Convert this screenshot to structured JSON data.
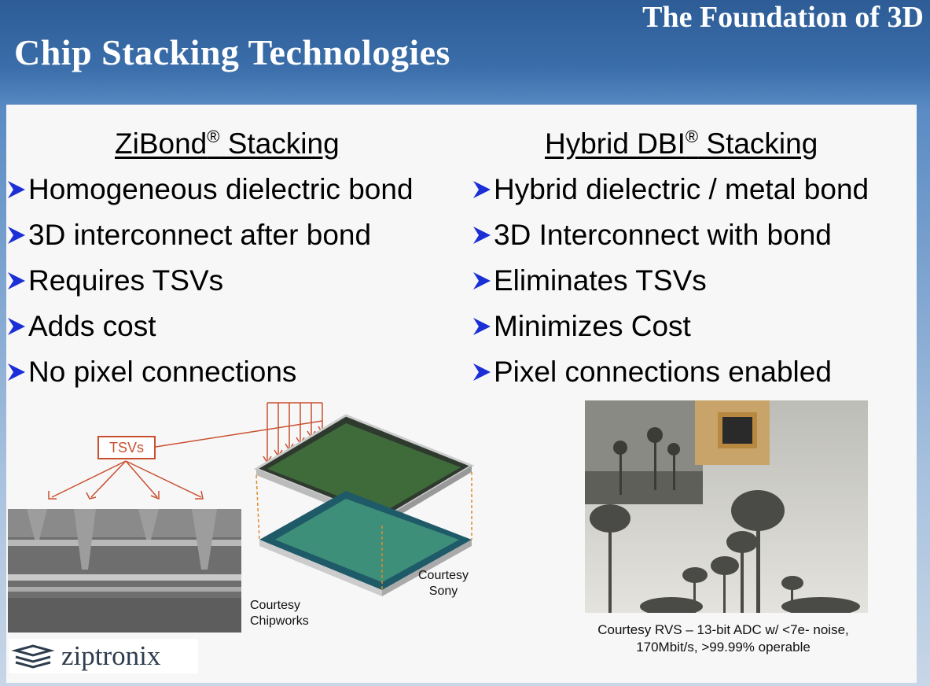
{
  "header": {
    "title": "Chip Stacking Technologies",
    "subtitle": "The Foundation of 3D"
  },
  "left_column": {
    "heading": "ZiBond",
    "heading_suffix": " Stacking",
    "registered": "®",
    "bullets": [
      "Homogeneous dielectric bond",
      "3D interconnect after bond",
      "Requires TSVs",
      "Adds cost",
      "No pixel connections"
    ]
  },
  "right_column": {
    "heading": "Hybrid DBI",
    "heading_suffix": " Stacking",
    "registered": "®",
    "bullets": [
      "Hybrid dielectric / metal bond",
      "3D Interconnect with bond",
      "Eliminates TSVs",
      "Minimizes Cost",
      "Pixel connections enabled"
    ]
  },
  "figures": {
    "tsv_label": "TSVs",
    "courtesy_sony_line1": "Courtesy",
    "courtesy_sony_line2": "Sony",
    "courtesy_chipworks_line1": "Courtesy",
    "courtesy_chipworks_line2": "Chipworks",
    "rvs_caption_line1": "Courtesy RVS – 13-bit ADC w/ <7e- noise,",
    "rvs_caption_line2": "170Mbit/s, >99.99% operable"
  },
  "logo": {
    "text": "ziptronix",
    "icon": "ziptronix-logo-icon"
  },
  "colors": {
    "header_blue": "#2d5c96",
    "bullet_arrow": "#1a2fd6",
    "tsv_red": "#c9502f"
  }
}
